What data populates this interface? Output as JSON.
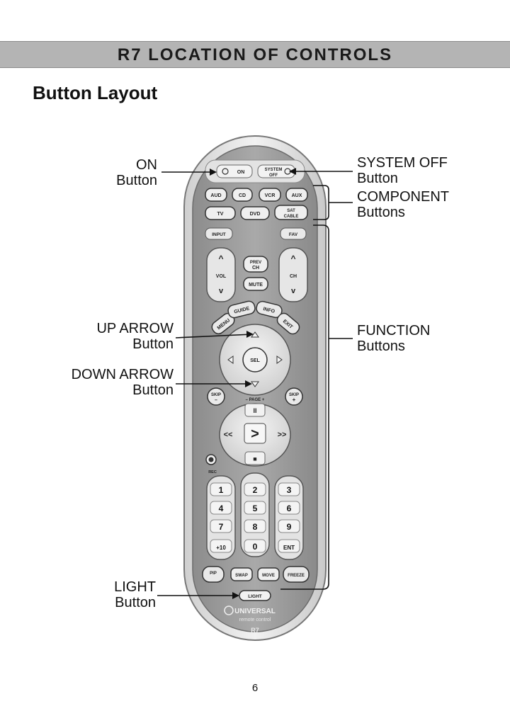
{
  "header": {
    "banner": "R7 LOCATION OF CONTROLS",
    "heading": "Button Layout"
  },
  "callouts": {
    "on": {
      "line1": "ON",
      "line2": "Button"
    },
    "system_off": {
      "line1": "SYSTEM OFF",
      "line2": "Button"
    },
    "component": {
      "line1": "COMPONENT",
      "line2": "Buttons"
    },
    "function": {
      "line1": "FUNCTION",
      "line2": "Buttons"
    },
    "up_arrow": {
      "line1": "UP ARROW",
      "line2": "Button"
    },
    "down_arrow": {
      "line1": "DOWN ARROW",
      "line2": "Button"
    },
    "light": {
      "line1": "LIGHT",
      "line2": "Button"
    }
  },
  "remote": {
    "top": {
      "on": "ON",
      "system": "SYSTEM",
      "off": "OFF"
    },
    "components": {
      "aud": "AUD",
      "cd": "CD",
      "vcr": "VCR",
      "aux": "AUX",
      "tv": "TV",
      "dvd": "DVD",
      "sat": "SAT",
      "cable": "CABLE"
    },
    "input": "INPUT",
    "fav": "FAV",
    "vol": "VOL",
    "ch": "CH",
    "prev": "PREV",
    "prev_ch": "CH",
    "mute": "MUTE",
    "menu": "MENU",
    "guide": "GUIDE",
    "info": "INFO",
    "exit": "EXIT",
    "sel": "SEL",
    "skip": "SKIP",
    "page": "– PAGE +",
    "pause": "II",
    "rew": "<<",
    "play": ">",
    "ff": ">>",
    "stop": "■",
    "rec": "REC",
    "digits": [
      "1",
      "2",
      "3",
      "4",
      "5",
      "6",
      "7",
      "8",
      "9",
      "+10",
      "0",
      "ENT"
    ],
    "pip": "PIP",
    "swap": "SWAP",
    "move": "MOVE",
    "freeze": "FREEZE",
    "light": "LIGHT",
    "brand": "UNIVERSAL",
    "brand_sub": "remote control",
    "model": "R7"
  },
  "footer": {
    "page_number": "6"
  }
}
